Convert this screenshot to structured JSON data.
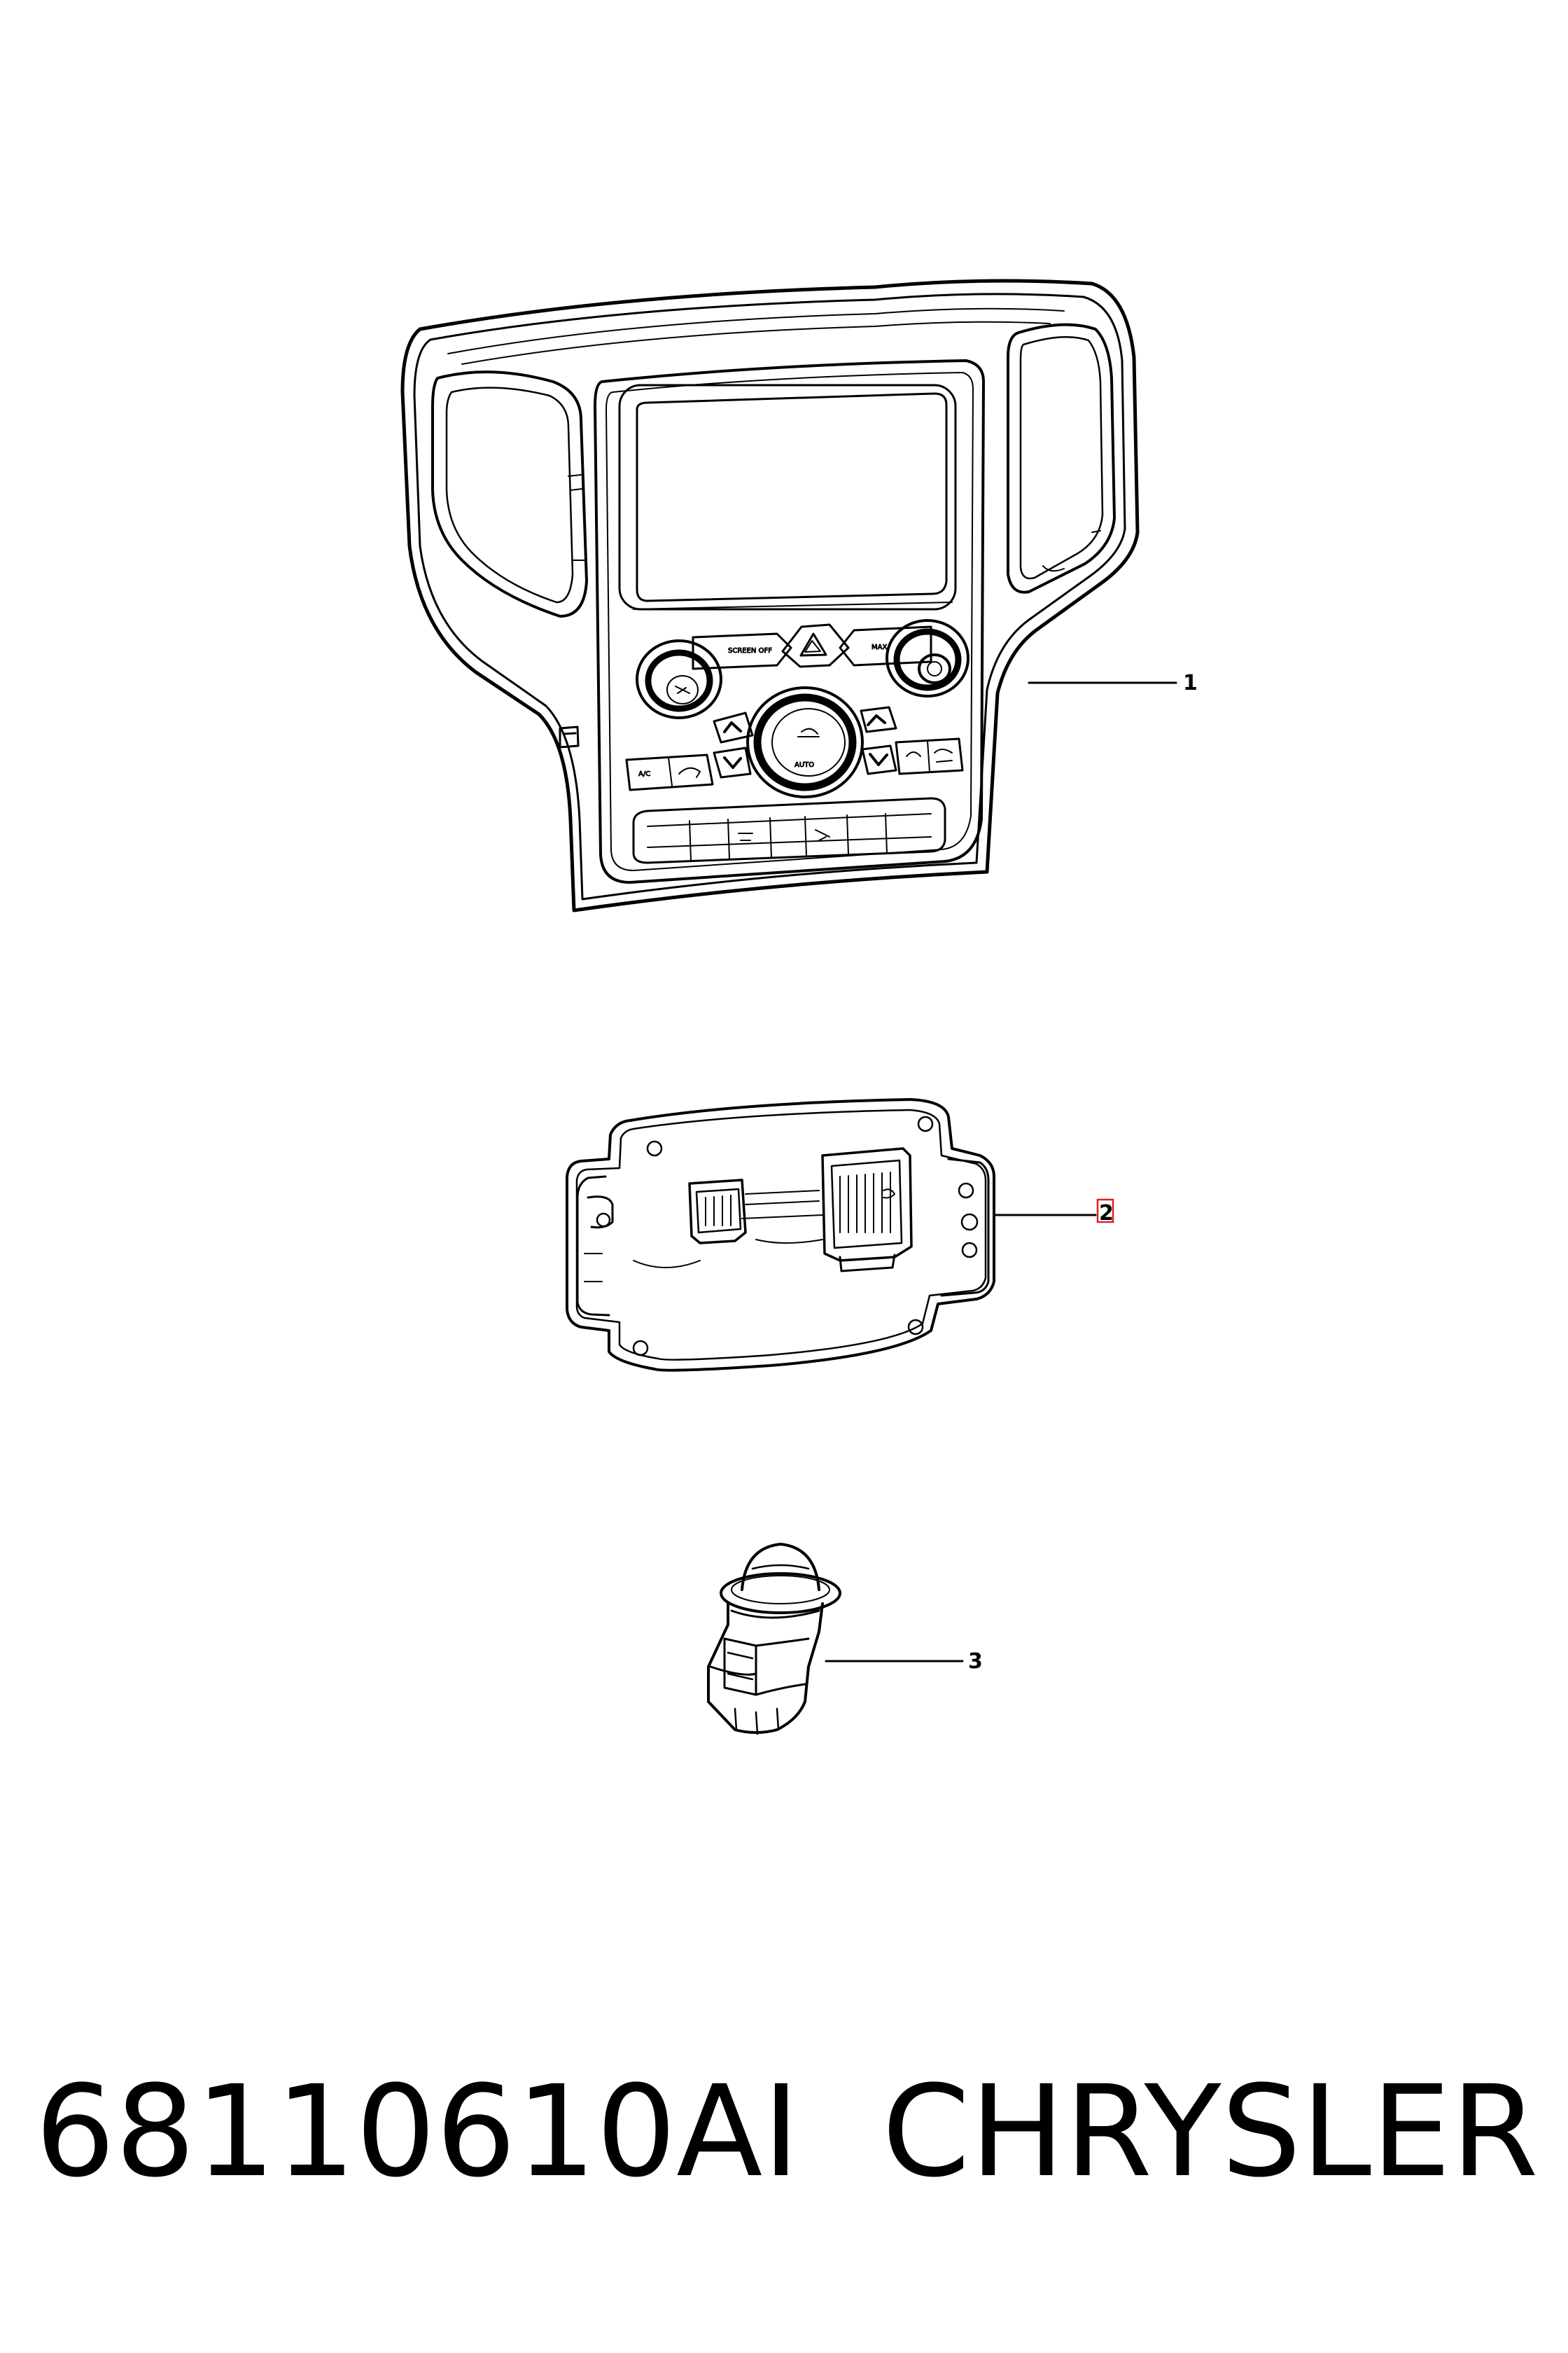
{
  "callouts": [
    {
      "id": "1",
      "label": "1"
    },
    {
      "id": "2",
      "label": "2",
      "highlight_color": "#e02020"
    },
    {
      "id": "3",
      "label": "3"
    }
  ],
  "bezel_labels": {
    "screen_off": "SCREEN OFF",
    "auto": "AUTO",
    "ac": "A/C",
    "max": "MAX"
  },
  "footer": {
    "part_number": "68110610AI",
    "manufacturer": "CHRYSLER"
  },
  "colors": {
    "line": "#000000",
    "background": "#ffffff",
    "highlight": "#e02020"
  }
}
